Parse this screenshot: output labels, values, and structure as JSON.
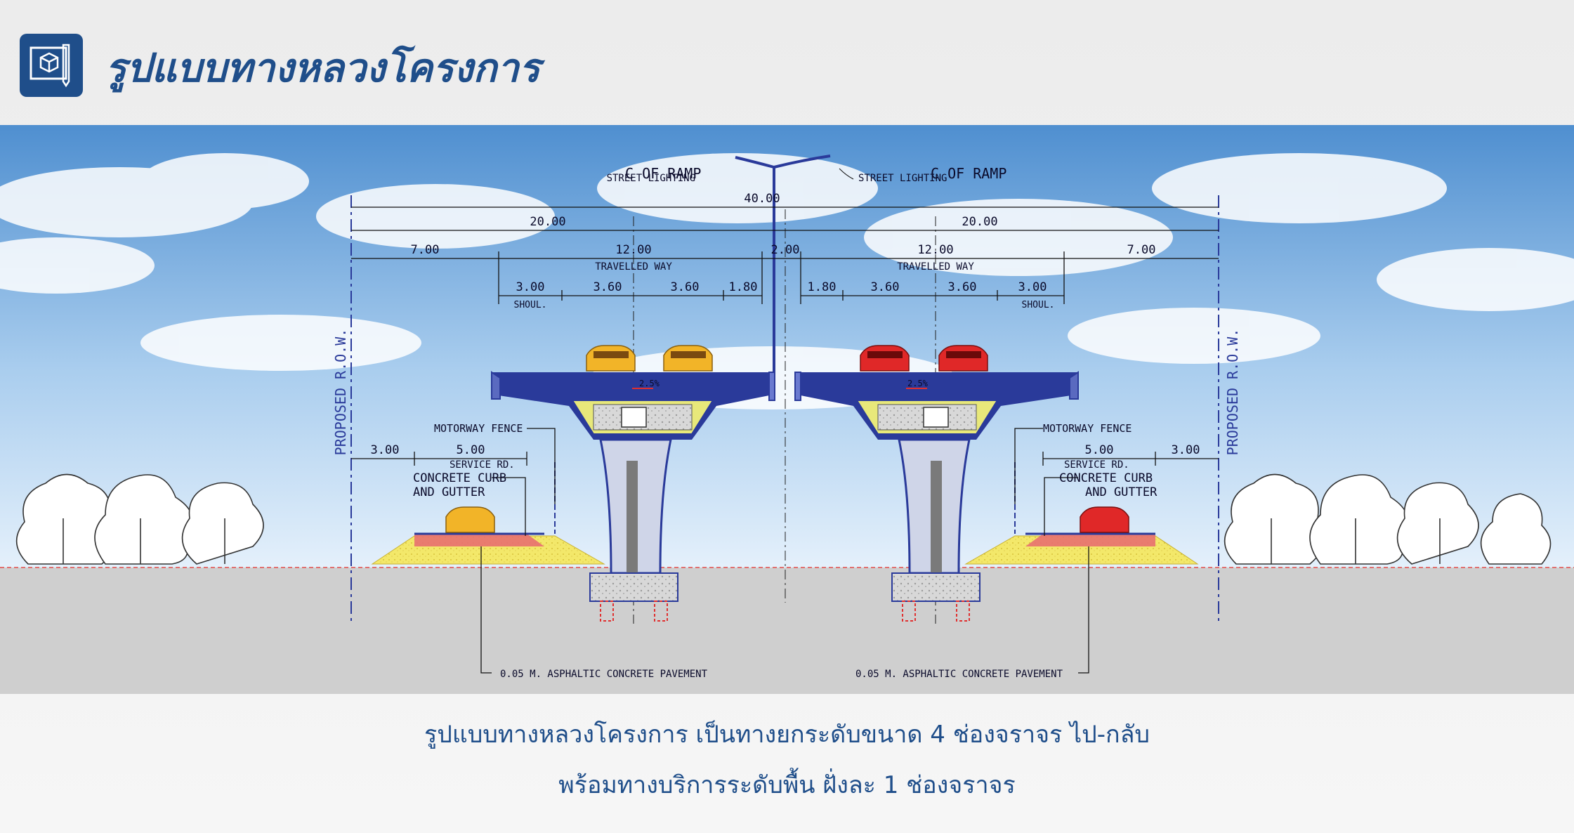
{
  "header": {
    "title": "รูปแบบทางหลวงโครงการ"
  },
  "diagram": {
    "centerline_left": "C OF RAMP",
    "centerline_right": "C OF RAMP",
    "street_lighting_left": "STREET LIGHTING",
    "street_lighting_right": "STREET LIGHTING",
    "row_left": "PROPOSED R.O.W.",
    "row_right": "PROPOSED R.O.W.",
    "dims": {
      "total": "40.00",
      "half_left": "20.00",
      "half_right": "20.00",
      "outer_left": "7.00",
      "outer_right": "7.00",
      "way_left": "12.00",
      "way_right": "12.00",
      "median": "2.00",
      "travelled_left": "TRAVELLED WAY",
      "travelled_right": "TRAVELLED WAY",
      "l_shoul": "3.00",
      "l_lane1": "3.60",
      "l_lane2": "3.60",
      "l_inner": "1.80",
      "r_inner": "1.80",
      "r_lane1": "3.60",
      "r_lane2": "3.60",
      "r_shoul": "3.00",
      "shoul_left": "SHOUL.",
      "shoul_right": "SHOUL.",
      "slope_left": "2.5%",
      "slope_right": "2.5%",
      "svc_verge_left": "3.00",
      "svc_road_left": "5.00",
      "svc_road_right": "5.00",
      "svc_verge_right": "3.00"
    },
    "labels": {
      "fence_left": "MOTORWAY FENCE",
      "fence_right": "MOTORWAY FENCE",
      "service_left": "SERVICE RD.",
      "service_right": "SERVICE RD.",
      "curb_left_1": "CONCRETE CURB",
      "curb_left_2": "AND GUTTER",
      "curb_right_1": "CONCRETE CURB",
      "curb_right_2": "AND GUTTER",
      "pavement_left": "0.05 M. ASPHALTIC CONCRETE PAVEMENT",
      "pavement_right": "0.05 M. ASPHALTIC CONCRETE PAVEMENT"
    },
    "colors": {
      "structure": "#2a3a9a",
      "deck_fill": "#e8e87a",
      "sand": "#f3e86a",
      "car_yellow": "#f2b428",
      "car_red": "#e02828",
      "ground": "#cfcfcf"
    }
  },
  "caption": {
    "line1": "รูปแบบทางหลวงโครงการ เป็นทางยกระดับขนาด 4 ช่องจราจร ไป-กลับ",
    "line2": "พร้อมทางบริการระดับพื้น ฝั่งละ 1 ช่องจราจร"
  }
}
